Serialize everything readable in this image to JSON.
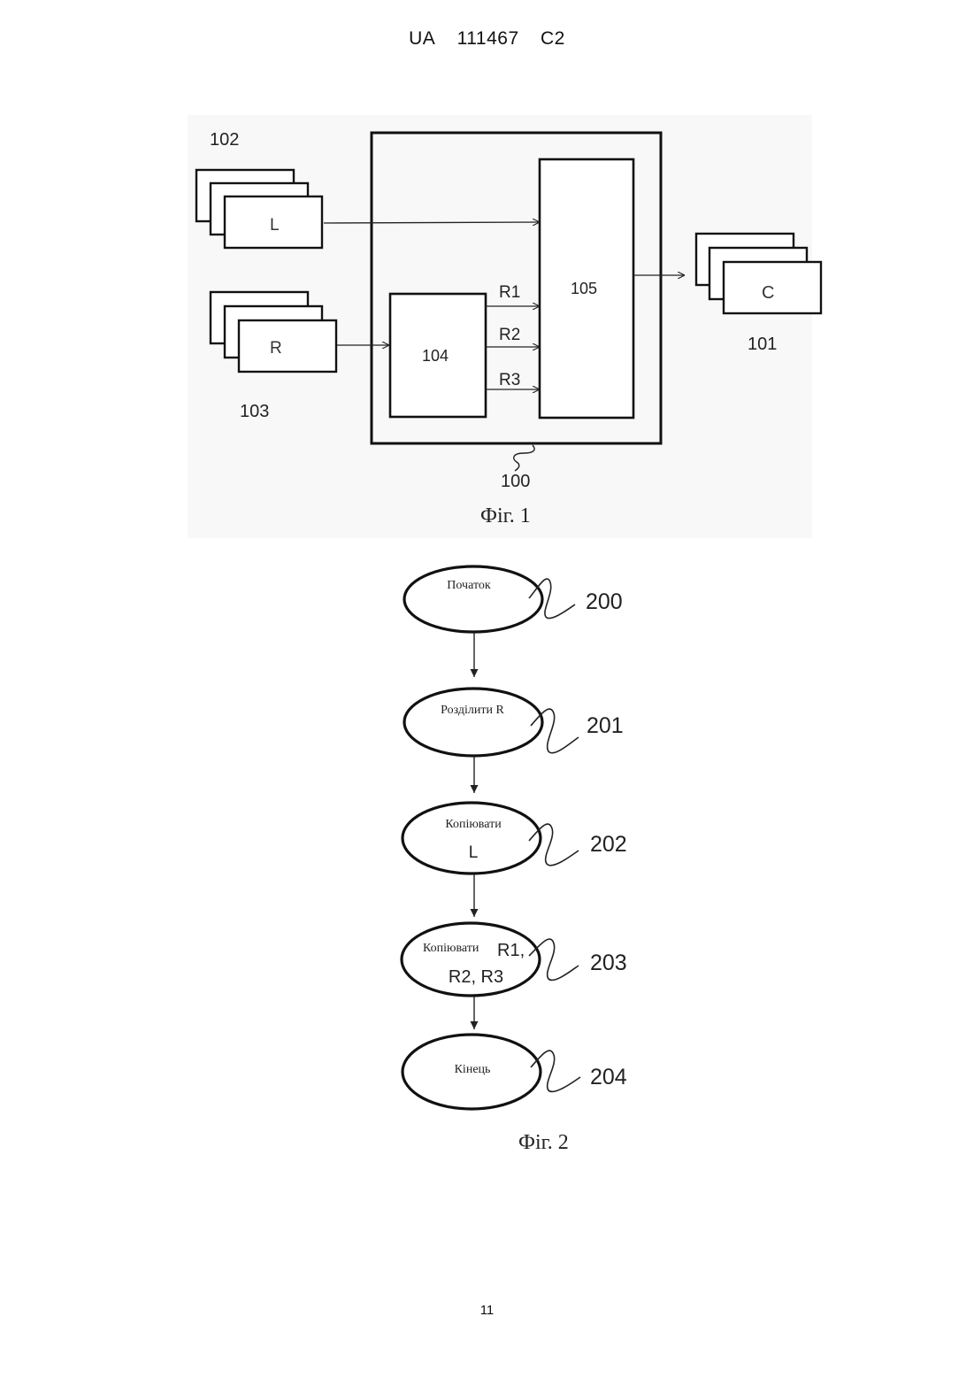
{
  "header": {
    "country": "UA",
    "number": "111467",
    "kind": "C2"
  },
  "page_number": "11",
  "fig1": {
    "caption": "Фіг. 1",
    "ref_left_input": "102",
    "ref_right_input": "103",
    "ref_output": "101",
    "ref_device": "100",
    "ref_splitter": "104",
    "ref_combiner": "105",
    "left_frame_label": "L",
    "right_frame_label": "R",
    "output_frame_label": "C",
    "sub_streams": [
      "R1",
      "R2",
      "R3"
    ]
  },
  "fig2": {
    "caption": "Фіг. 2",
    "steps": [
      {
        "ref": "200",
        "label": "Початок",
        "label2": ""
      },
      {
        "ref": "201",
        "label": "Розділити R",
        "label2": ""
      },
      {
        "ref": "202",
        "label": "Копіювати",
        "label2": "L"
      },
      {
        "ref": "203",
        "label": "Копіювати",
        "label_suffix": "R1,",
        "label2": "R2, R3"
      },
      {
        "ref": "204",
        "label": "Кінець",
        "label2": ""
      }
    ]
  }
}
